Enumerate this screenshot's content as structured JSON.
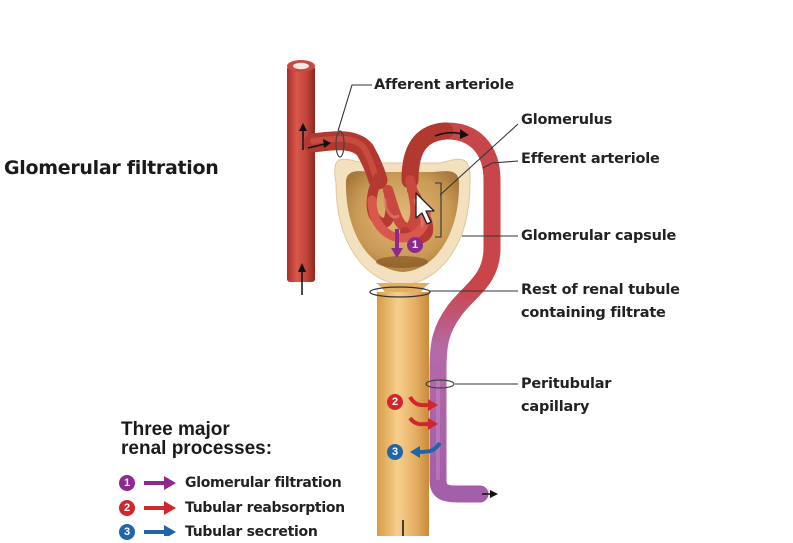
{
  "slide": {
    "title": "Glomerular filtration"
  },
  "diagram": {
    "labels": {
      "afferent_arteriole": "Afferent arteriole",
      "glomerulus": "Glomerulus",
      "efferent_arteriole": "Efferent arteriole",
      "glomerular_capsule": "Glomerular capsule",
      "renal_tubule_line1": "Rest of renal tubule",
      "renal_tubule_line2": "containing filtrate",
      "peritubular_line1": "Peritubular",
      "peritubular_line2": "capillary"
    },
    "markers": [
      {
        "number": "1",
        "process": "Glomerular filtration",
        "color": "#8e2a8f"
      },
      {
        "number": "2",
        "process": "Tubular reabsorption",
        "color": "#d1262e"
      },
      {
        "number": "3",
        "process": "Tubular secretion",
        "color": "#1f66a8"
      }
    ],
    "colors": {
      "artery": "#c0443a",
      "artery_dark": "#9e2f28",
      "capsule_outer": "#f3e0bf",
      "capsule_inner": "#c99a55",
      "tubule": "#e0ae62",
      "capillary_purple": "#a35fa8"
    }
  },
  "legend": {
    "title_line1": "Three major",
    "title_line2": "renal processes:",
    "items": [
      {
        "number": "1",
        "label": "Glomerular filtration",
        "color": "#8e2a8f"
      },
      {
        "number": "2",
        "label": "Tubular reabsorption",
        "color": "#d1262e"
      },
      {
        "number": "3",
        "label": "Tubular secretion",
        "color": "#1f66a8"
      }
    ]
  }
}
